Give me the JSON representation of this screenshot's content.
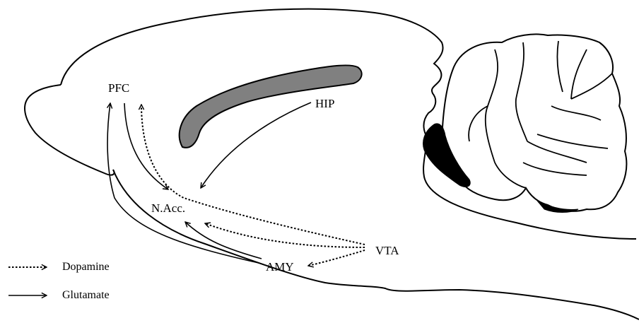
{
  "regions": {
    "pfc": "PFC",
    "hip": "HIP",
    "nacc": "N.Acc.",
    "vta": "VTA",
    "amy": "AMY"
  },
  "legend": {
    "dopamine": "Dopamine",
    "glutamate": "Glutamate"
  },
  "colors": {
    "outline": "#000000",
    "hippocampus_fill": "#808080",
    "ventricle_fill": "#000000",
    "background": "#ffffff"
  },
  "icons": {
    "dopamine_arrow": "dotted-arrow-icon",
    "glutamate_arrow": "solid-arrow-icon"
  }
}
